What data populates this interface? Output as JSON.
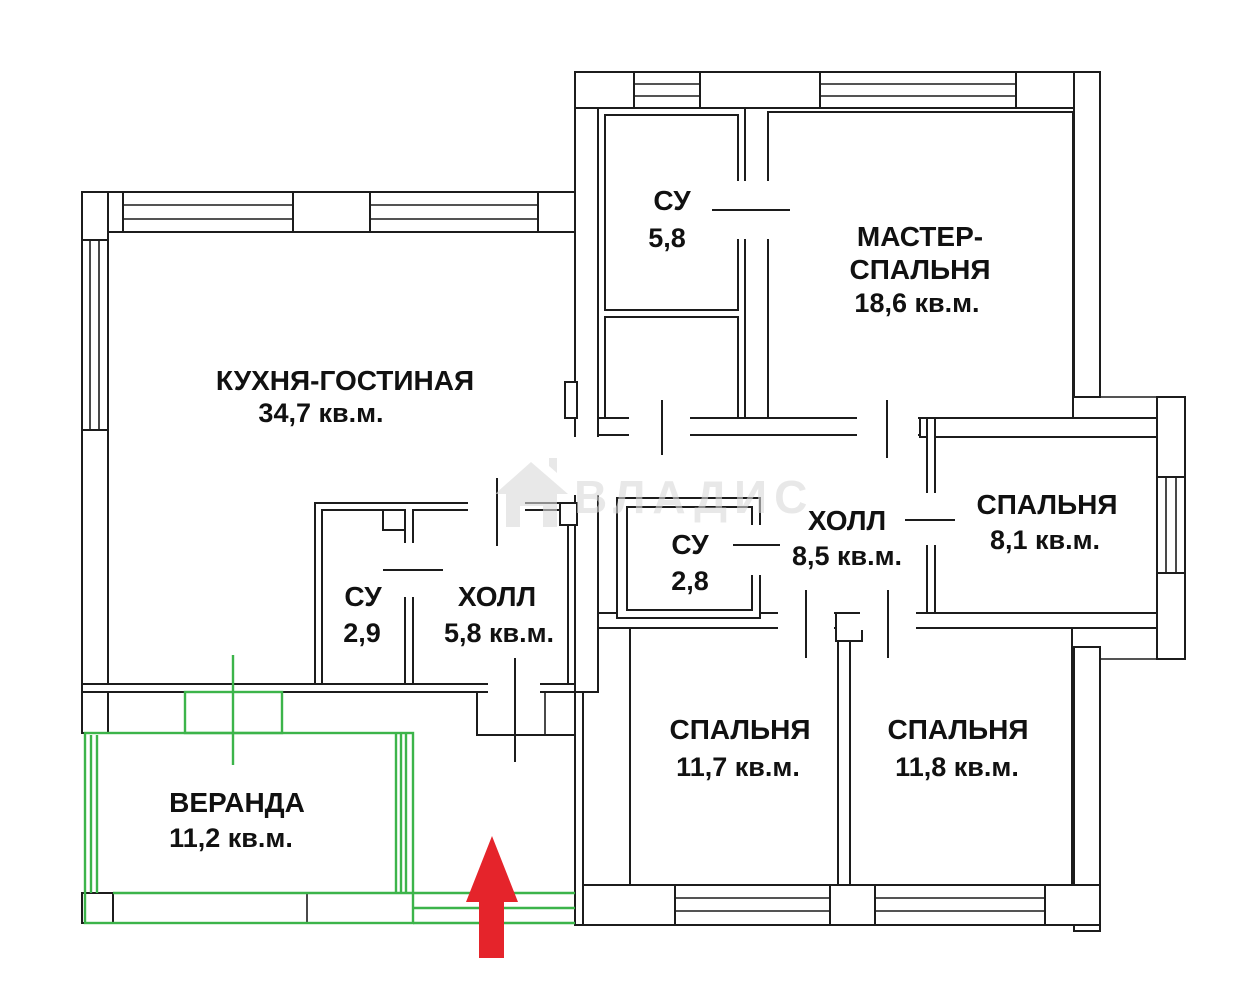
{
  "plan": {
    "kind": "apartment-floor-plan",
    "watermark": {
      "text": "ВЛАДИС"
    },
    "colors": {
      "walls": "#1c1c1c",
      "veranda_green": "#3cb44a",
      "entrance_arrow_red": "#e5242b",
      "watermark_gray": "#d9d9d9"
    },
    "rooms": {
      "kitchen_living": {
        "name": "КУХНЯ-ГОСТИНАЯ",
        "area": "34,7 кв.м."
      },
      "su_top": {
        "name": "СУ",
        "area": "5,8"
      },
      "master_bedroom": {
        "line1": "МАСТЕР-",
        "line2": "СПАЛЬНЯ",
        "area": "18,6 кв.м."
      },
      "hall_main": {
        "name": "ХОЛЛ",
        "area": "8,5 кв.м."
      },
      "bedroom_81": {
        "name": "СПАЛЬНЯ",
        "area": "8,1 кв.м."
      },
      "su_28": {
        "name": "СУ",
        "area": "2,8"
      },
      "su_29": {
        "name": "СУ",
        "area": "2,9"
      },
      "hall_58": {
        "name": "ХОЛЛ",
        "area": "5,8 кв.м."
      },
      "bedroom_117": {
        "name": "СПАЛЬНЯ",
        "area": "11,7 кв.м."
      },
      "bedroom_118": {
        "name": "СПАЛЬНЯ",
        "area": "11,8 кв.м."
      },
      "veranda": {
        "name": "ВЕРАНДА",
        "area": "11,2 кв.м."
      }
    }
  }
}
